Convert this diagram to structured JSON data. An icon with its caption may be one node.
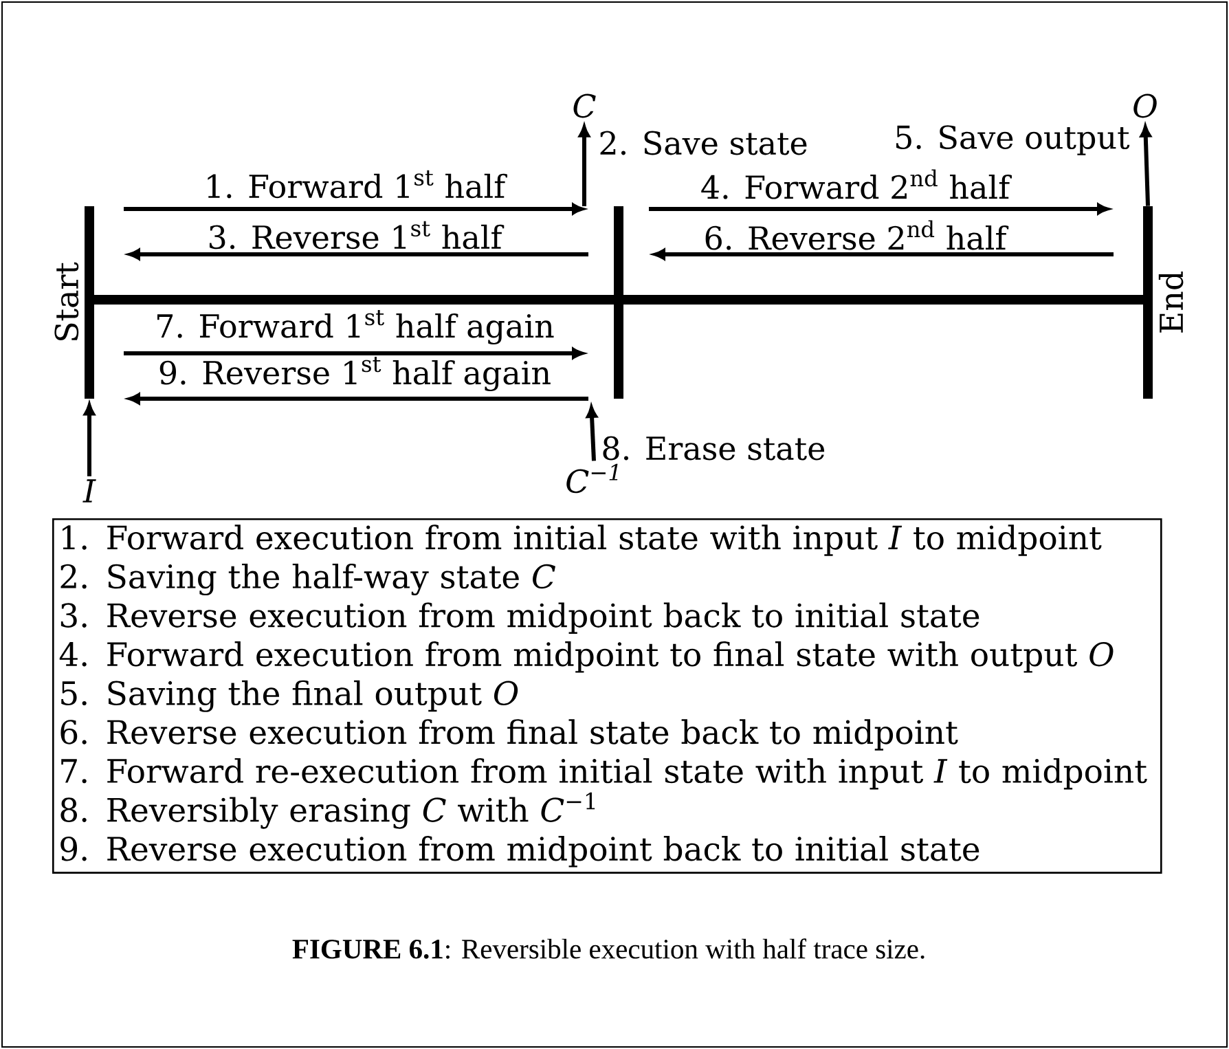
{
  "diagram": {
    "caption": "**FIGURE 6.1**: Reversible execution with half trace size.",
    "nodes": [
      {
        "text": [
          "Start"
        ]
      },
      {
        "text": [],
        "shape": "bar"
      },
      {
        "text": [
          "End"
        ]
      },
      {
        "text": [
          "C"
        ]
      },
      {
        "text": [
          "O"
        ]
      },
      {
        "text": [
          "I"
        ]
      },
      {
        "text": [
          "C$^{−1}$"
        ]
      },
      {
        "text": [
          "1. Forward execution from initial state with input *I* to midpoint",
          "2. Saving the half-way state *C*",
          "3. Reverse execution from midpoint back to initial state",
          "4. Forward execution from midpoint to final state with output *O*",
          "5. Saving the final output *O*",
          "6. Reverse execution from final state back to midpoint",
          "7. Forward re-execution from initial state with input *I* to midpoint",
          "8. Reversibly erasing *C* with *C*$^{−1}$",
          "9. Reverse execution from midpoint back to initial state"
        ]
      }
    ],
    "edges": [
      {
        "from": 0,
        "to": 1,
        "arrow": "to",
        "label": "1. Forward 1$^{st}$ half"
      },
      {
        "from": null,
        "to": 3,
        "arrow": "to",
        "label": "2. Save state"
      },
      {
        "from": 1,
        "to": 0,
        "arrow": "to",
        "label": "3. Reverse 1$^{st}$ half"
      },
      {
        "from": 1,
        "to": 2,
        "arrow": "to",
        "label": "4. Forward 2$^{nd}$ half"
      },
      {
        "from": 2,
        "to": 4,
        "arrow": "to",
        "label": "5. Save output"
      },
      {
        "from": 2,
        "to": 1,
        "arrow": "to",
        "label": "6. Reverse 2$^{nd}$ half"
      },
      {
        "from": 0,
        "to": 1,
        "arrow": "to",
        "label": "7. Forward 1$^{st}$ half again"
      },
      {
        "from": 6,
        "to": null,
        "arrow": "to",
        "label": "8. Erase state"
      },
      {
        "from": 1,
        "to": 0,
        "arrow": "to",
        "label": "9. Reverse 1$^{st}$ half again"
      },
      {
        "from": 5,
        "to": 0,
        "arrow": "to"
      },
      {
        "from": 0,
        "to": 2,
        "arrow": "none",
        "style": "thick"
      }
    ]
  }
}
